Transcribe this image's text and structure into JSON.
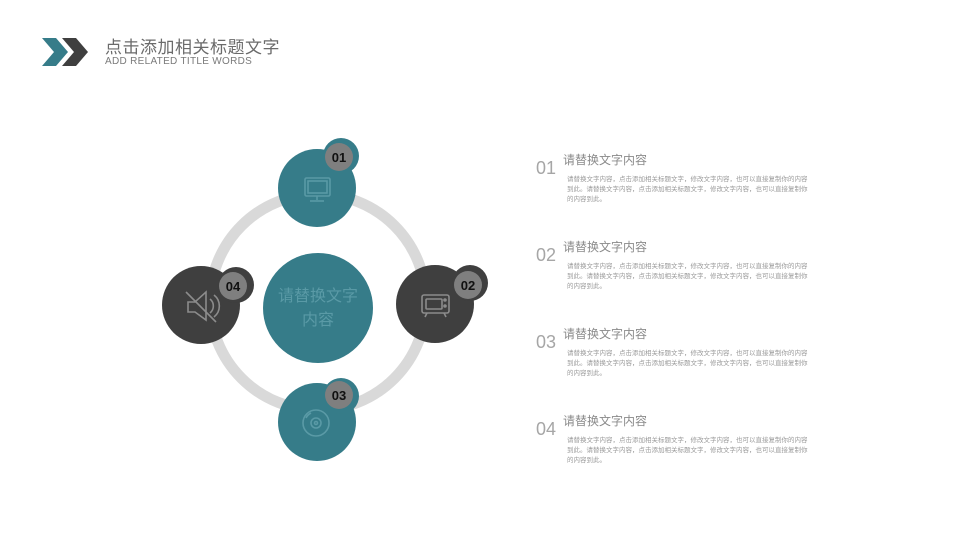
{
  "header": {
    "title": "点击添加相关标题文字",
    "subtitle": "ADD RELATED TITLE WORDS"
  },
  "colors": {
    "teal": "#367c89",
    "dark": "#3f3f3f",
    "ring": "#d9d9d9",
    "badge": "#7f7f7f"
  },
  "diagram": {
    "center_label": "请替换文字内容",
    "nodes": [
      {
        "badge": "01",
        "icon": "monitor-icon"
      },
      {
        "badge": "02",
        "icon": "tv-icon"
      },
      {
        "badge": "03",
        "icon": "disc-icon"
      },
      {
        "badge": "04",
        "icon": "speaker-icon"
      }
    ]
  },
  "items": [
    {
      "num": "01",
      "title": "请替换文字内容",
      "desc": "请替换文字内容，点击添加相关标题文字，修改文字内容，也可以直接复制你的内容到此。请替换文字内容，点击添加相关标题文字，修改文字内容，也可以直接复制你的内容到此。"
    },
    {
      "num": "02",
      "title": "请替换文字内容",
      "desc": "请替换文字内容，点击添加相关标题文字，修改文字内容，也可以直接复制你的内容到此。请替换文字内容，点击添加相关标题文字，修改文字内容，也可以直接复制你的内容到此。"
    },
    {
      "num": "03",
      "title": "请替换文字内容",
      "desc": "请替换文字内容，点击添加相关标题文字，修改文字内容，也可以直接复制你的内容到此。请替换文字内容，点击添加相关标题文字，修改文字内容，也可以直接复制你的内容到此。"
    },
    {
      "num": "04",
      "title": "请替换文字内容",
      "desc": "请替换文字内容，点击添加相关标题文字，修改文字内容，也可以直接复制你的内容到此。请替换文字内容，点击添加相关标题文字，修改文字内容，也可以直接复制你的内容到此。"
    }
  ]
}
